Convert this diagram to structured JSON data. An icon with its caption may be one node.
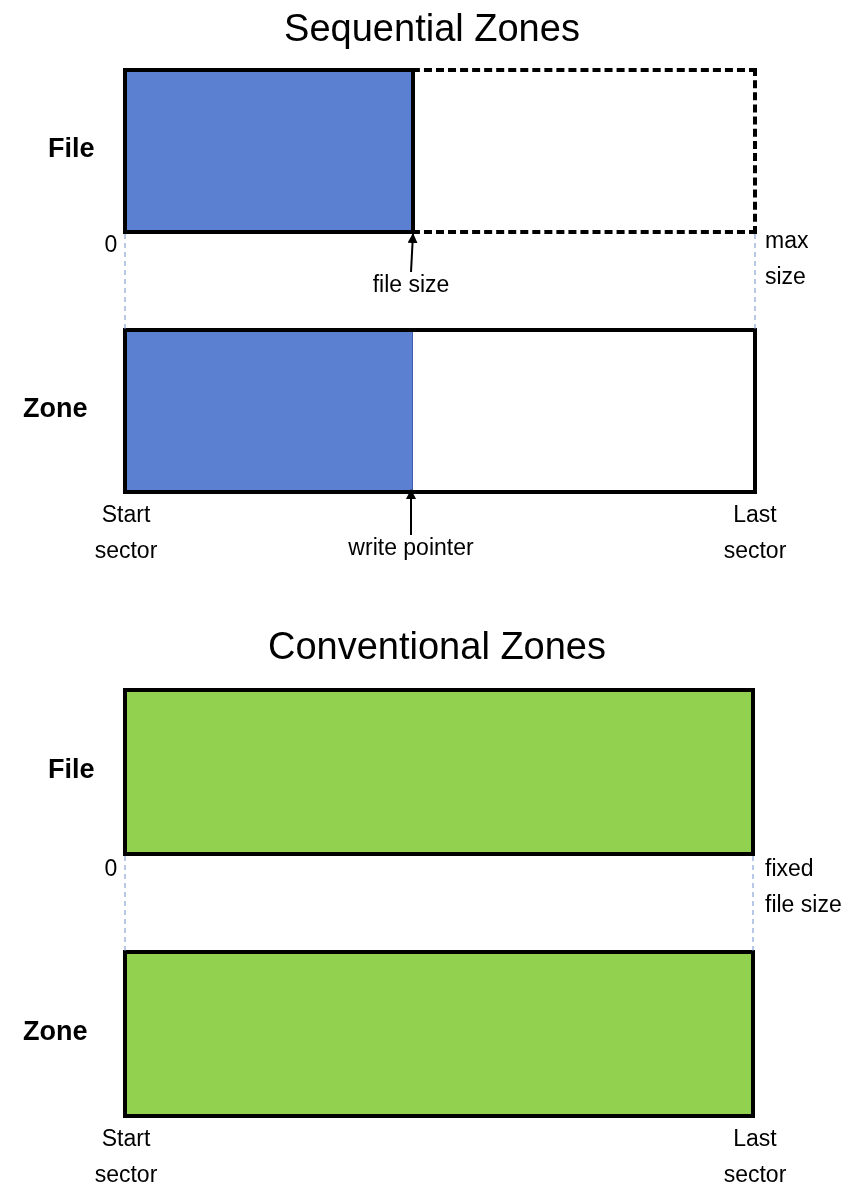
{
  "diagram": {
    "nodes": [
      {
        "text": [
          "File"
        ]
      },
      {
        "text": [],
        "shape": "bar",
        "in": 0
      },
      {
        "text": [
          "file size"
        ]
      },
      {
        "text": [
          "Zone"
        ]
      },
      {
        "text": [],
        "shape": "bar",
        "in": 3
      },
      {
        "text": [
          "write pointer"
        ]
      },
      {
        "text": [
          "File"
        ]
      },
      {
        "text": [
          "Zone"
        ]
      }
    ],
    "edges": [
      {
        "from": 2,
        "to": 1,
        "arrow": "to"
      },
      {
        "from": 5,
        "to": 4,
        "arrow": "to"
      }
    ],
    "labels": [
      "Sequential Zones",
      "0",
      "max size",
      "Start sector",
      "Last sector",
      "Conventional Zones",
      "0",
      "fixed file size",
      "Start sector",
      "Last sector"
    ]
  }
}
